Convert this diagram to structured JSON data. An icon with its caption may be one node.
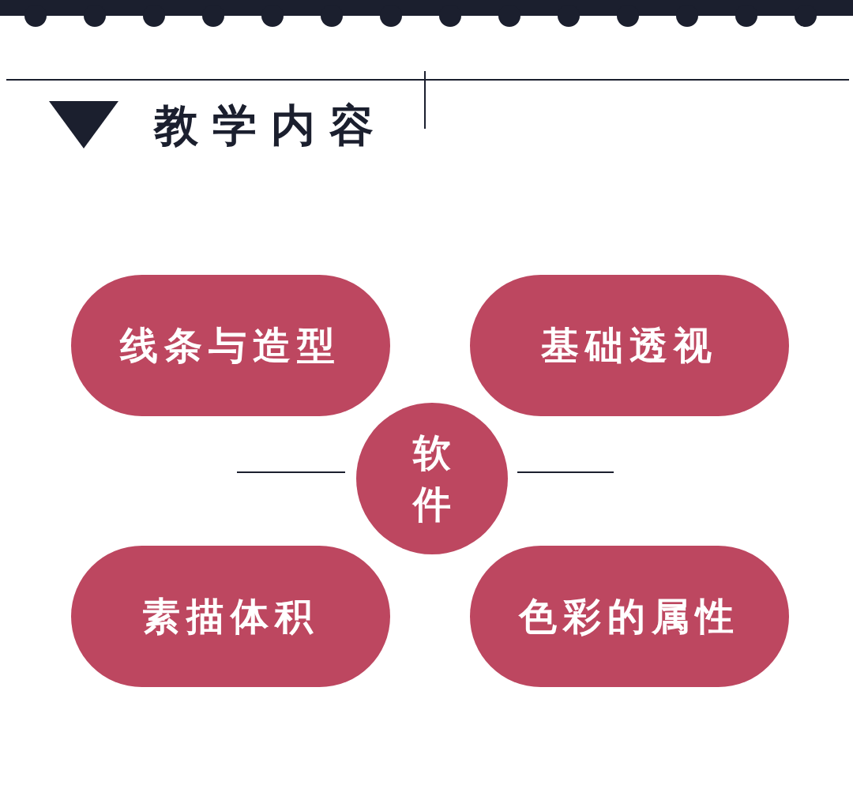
{
  "diagram": {
    "title": "教学内容",
    "nodes": [
      {
        "text": [
          "线条与造型"
        ]
      },
      {
        "text": [
          "基础透视"
        ]
      },
      {
        "text": [
          "软件"
        ]
      },
      {
        "text": [
          "素描体积"
        ]
      },
      {
        "text": [
          "色彩的属性"
        ]
      }
    ]
  }
}
